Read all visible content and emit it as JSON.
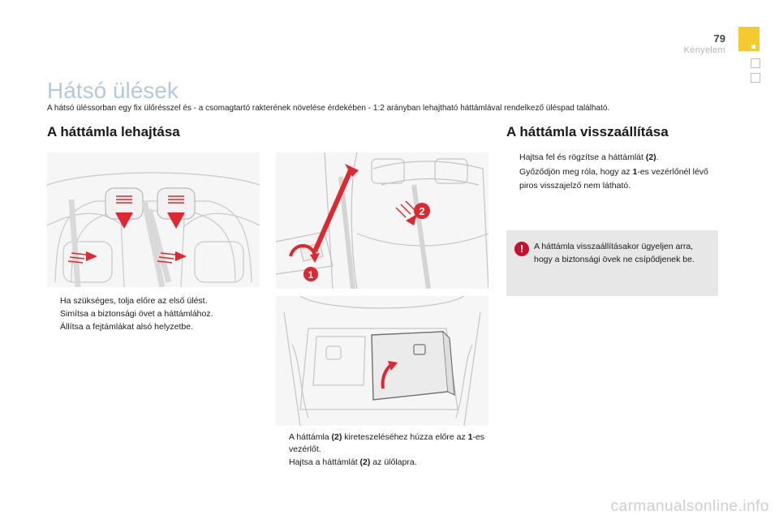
{
  "header": {
    "page_number": "79",
    "section": "Kényelem"
  },
  "title": "Hátsó ülések",
  "intro": "A hátsó üléssorban egy fix ülőrésszel és - a csomagtartó rakterének növelése érdekében - 1:2 arányban lehajtható háttámlával rendelkező üléspad található.",
  "left": {
    "heading": "A háttámla lehajtása",
    "steps": [
      "Ha szükséges, tolja előre az első ülést.",
      "Simítsa a biztonsági övet a háttámlához.",
      "Állítsa a fejtámlákat alsó helyzetbe."
    ]
  },
  "middle": {
    "callout_1": "1",
    "callout_2": "2",
    "step1": {
      "a": "A háttámla ",
      "b": "(2)",
      "c": " kireteszeléséhez húzza előre az ",
      "d": "1",
      "e": "-es vezérlőt."
    },
    "step2": {
      "a": "Hajtsa a háttámlát ",
      "b": "(2)",
      "c": " az ülőlapra."
    }
  },
  "right": {
    "heading": "A háttámla visszaállítása",
    "step1": {
      "a": "Hajtsa fel és rögzítse a háttámlát ",
      "b": "(2)",
      "c": "."
    },
    "step2": {
      "a": "Győződjön meg róla, hogy az ",
      "b": "1",
      "c": "-es vezérlőnél lévő piros visszajelző nem látható."
    },
    "warning": "A háttámla visszaállításakor ügyeljen arra, hogy a biztonsági övek ne csípődjenek be."
  },
  "bullet_glyph": "",
  "watermark": "carmanualsonline.info",
  "colors": {
    "accent": "#f4cb2f",
    "title": "#b5c9db",
    "arrow_red": "#e0262e",
    "warn_bg": "#e7e7e7"
  }
}
